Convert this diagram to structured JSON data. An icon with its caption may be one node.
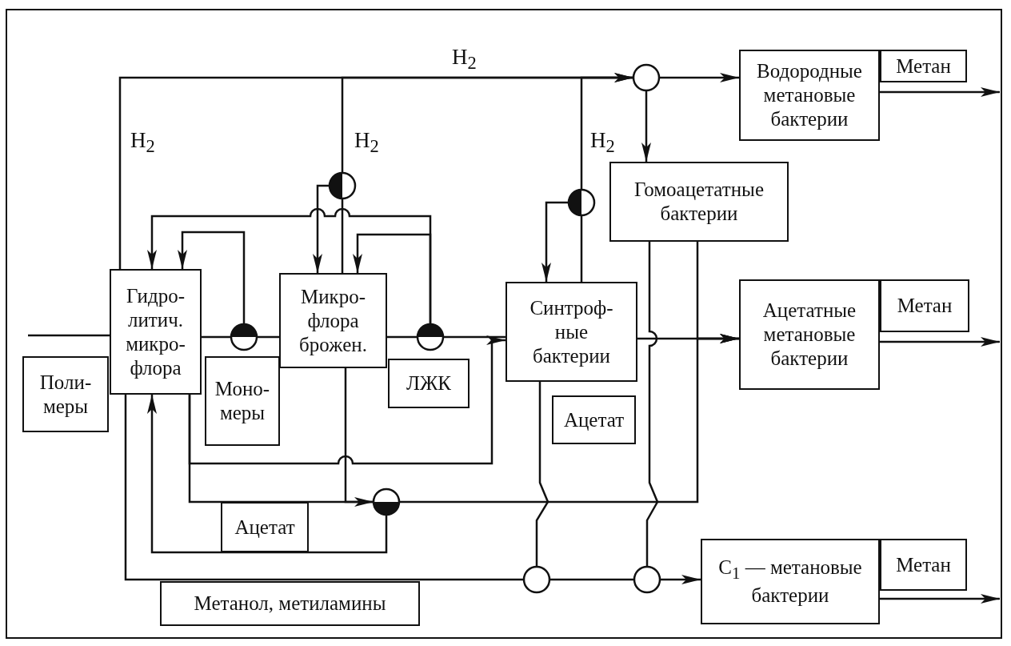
{
  "diagram": {
    "nodes": [
      {
        "text": [
          "Водородные метановые бактерии"
        ]
      },
      {
        "text": [
          "Метан"
        ]
      },
      {
        "text": [],
        "shape": "circle"
      },
      {
        "text": [],
        "shape": "circle"
      },
      {
        "text": [],
        "shape": "circle"
      },
      {
        "text": [
          "Гомоацетатные бактерии"
        ]
      },
      {
        "text": [
          "Гидро- литич. микро- флора"
        ]
      },
      {
        "text": [
          "Микро- флора брожен."
        ]
      },
      {
        "text": [
          "Синтроф- ные бактерии"
        ]
      },
      {
        "text": [
          "Ацетатные метановые бактерии"
        ]
      },
      {
        "text": [
          "Метан"
        ]
      },
      {
        "text": [],
        "shape": "circle"
      },
      {
        "text": [],
        "shape": "circle"
      },
      {
        "text": [
          "Поли- меры"
        ]
      },
      {
        "text": [
          "Моно- меры"
        ]
      },
      {
        "text": [
          "ЛЖК"
        ]
      },
      {
        "text": [
          "Ацетат"
        ]
      },
      {
        "text": [],
        "shape": "circle"
      },
      {
        "text": [
          "Ацетат"
        ]
      },
      {
        "text": [],
        "shape": "circle"
      },
      {
        "text": [],
        "shape": "circle"
      },
      {
        "text": [
          "C$_{1}$ — метановые бактерии"
        ]
      },
      {
        "text": [
          "Метан"
        ]
      },
      {
        "text": [
          "Метанол, метиламины"
        ]
      }
    ],
    "edges": [
      {
        "from": null,
        "to": 6,
        "arrow": "none"
      },
      {
        "from": 6,
        "to": 2,
        "arrow": "none"
      },
      {
        "from": 7,
        "to": 3,
        "arrow": "none"
      },
      {
        "from": 8,
        "to": 4,
        "arrow": "none"
      },
      {
        "from": 2,
        "to": 0,
        "arrow": "to"
      },
      {
        "from": 2,
        "to": 5,
        "arrow": "to"
      },
      {
        "from": 0,
        "to": null,
        "arrow": "to"
      },
      {
        "from": 9,
        "to": null,
        "arrow": "to"
      },
      {
        "from": 21,
        "to": null,
        "arrow": "to"
      },
      {
        "from": 6,
        "to": 11,
        "arrow": "none"
      },
      {
        "from": 11,
        "to": 7,
        "arrow": "none"
      },
      {
        "from": 7,
        "to": 12,
        "arrow": "none"
      },
      {
        "from": 12,
        "to": 8,
        "arrow": "none"
      },
      {
        "from": 8,
        "to": 9,
        "arrow": "to"
      },
      {
        "from": 11,
        "to": 6,
        "arrow": "to"
      },
      {
        "from": 12,
        "to": 6,
        "arrow": "to"
      },
      {
        "from": 12,
        "to": 7,
        "arrow": "to"
      },
      {
        "from": 3,
        "to": 7,
        "arrow": "to"
      },
      {
        "from": 4,
        "to": 8,
        "arrow": "to"
      },
      {
        "from": 5,
        "to": 20,
        "arrow": "none"
      },
      {
        "from": 5,
        "to": 9,
        "arrow": "to"
      },
      {
        "from": 6,
        "to": 17,
        "arrow": "none"
      },
      {
        "from": 17,
        "to": 6,
        "arrow": "to"
      },
      {
        "from": 7,
        "to": 17,
        "arrow": "to"
      },
      {
        "from": 17,
        "to": 9,
        "arrow": "to"
      },
      {
        "from": 6,
        "to": 8,
        "arrow": "to"
      },
      {
        "from": 6,
        "to": 19,
        "arrow": "none"
      },
      {
        "from": 19,
        "to": 20,
        "arrow": "none"
      },
      {
        "from": 20,
        "to": 21,
        "arrow": "to"
      },
      {
        "from": 8,
        "to": 19,
        "arrow": "none"
      },
      {
        "from": 3,
        "to": 2,
        "arrow": "to"
      },
      {
        "from": 4,
        "to": 2,
        "arrow": "to"
      }
    ],
    "labels": [
      "H$_{2}$",
      "H$_{2}$",
      "H$_{2}$",
      "H$_{2}$"
    ]
  }
}
